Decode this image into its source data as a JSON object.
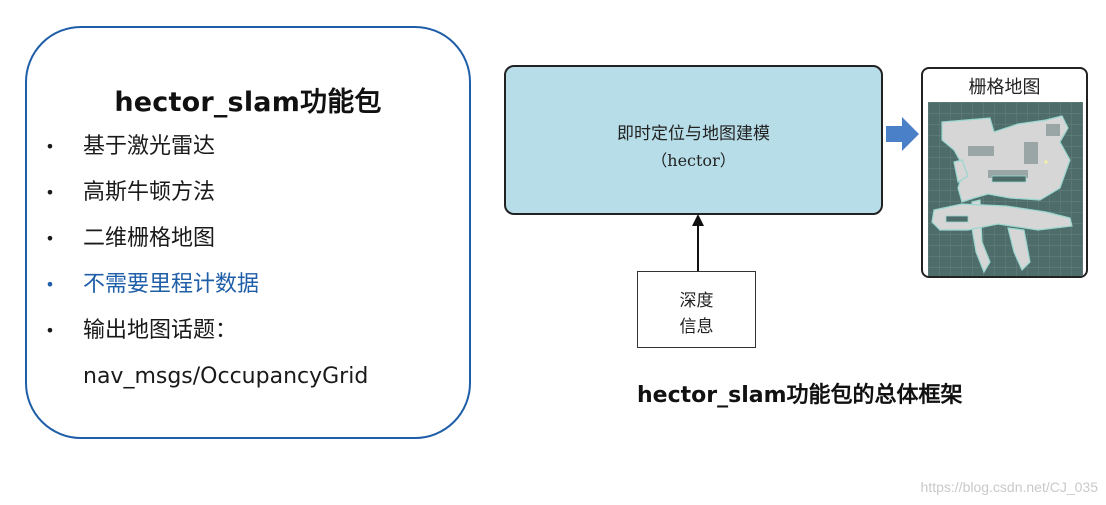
{
  "left_panel": {
    "title": "hector_slam功能包",
    "bullets": [
      {
        "text": "基于激光雷达"
      },
      {
        "text": "高斯牛顿方法"
      },
      {
        "text": "二维栅格地图"
      },
      {
        "text": "不需要里程计数据"
      },
      {
        "text": "输出地图话题："
      }
    ],
    "bullet_symbol": "•",
    "continuation": "nav_msgs/OccupancyGrid",
    "highlight_color": "#1f5ea8"
  },
  "diagram": {
    "main_node": {
      "line1": "即时定位与地图建模",
      "line2": "（hector）"
    },
    "input_node": {
      "line1": "深度",
      "line2": "信息"
    },
    "output_node": {
      "title": "栅格地图",
      "image_icon": "occupancy-grid-map-thumbnail"
    },
    "caption": "hector_slam功能包的总体框架"
  },
  "watermark": "https://blog.csdn.net/CJ_035",
  "colors": {
    "panel_border": "#1f5ea8",
    "main_box_fill": "#b7dde8",
    "arrow_blue": "#4a80c8",
    "map_background": "#4e6c6a",
    "map_free_space": "#d6d6d6"
  }
}
